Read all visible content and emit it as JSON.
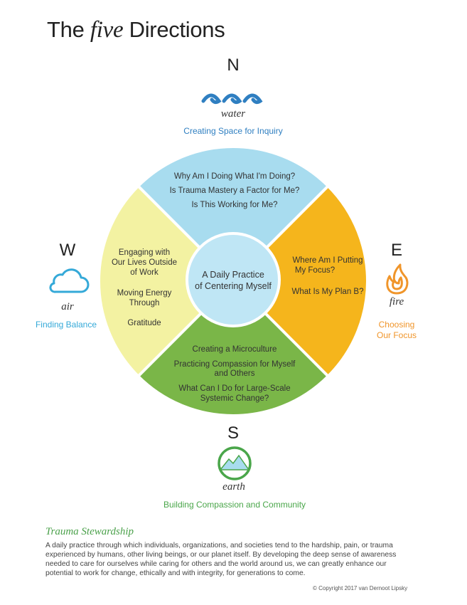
{
  "title": {
    "prefix": "The",
    "italic": "five",
    "suffix": "Directions"
  },
  "directions": {
    "north": {
      "letter": "N",
      "element": "water",
      "subtitle": "Creating Space for Inquiry",
      "icon": "waves-icon",
      "color": "#2f7fc1"
    },
    "east": {
      "letter": "E",
      "element": "fire",
      "subtitle_line1": "Choosing",
      "subtitle_line2": "Our Focus",
      "icon": "flame-icon",
      "color": "#f0952a"
    },
    "south": {
      "letter": "S",
      "element": "earth",
      "subtitle": "Building Compassion and Community",
      "icon": "mountain-icon",
      "color": "#4aa64a"
    },
    "west": {
      "letter": "W",
      "element": "air",
      "subtitle": "Finding Balance",
      "icon": "cloud-icon",
      "color": "#35a9d8"
    }
  },
  "wheel": {
    "center": {
      "line1": "A Daily Practice",
      "line2": "of Centering Myself",
      "color": "#bfe6f5"
    },
    "north_quadrant": {
      "color": "#a8dcef",
      "items": [
        "Why Am I Doing What I'm Doing?",
        "Is Trauma Mastery a Factor for Me?",
        "Is This Working for Me?"
      ]
    },
    "east_quadrant": {
      "color": "#f5b51c",
      "item1_line1": "Where Am I Putting",
      "item1_line2": "My Focus?",
      "item2": "What Is My Plan B?"
    },
    "south_quadrant": {
      "color": "#7ab648",
      "item1": "Creating a Microculture",
      "item2_line1": "Practicing Compassion for Myself",
      "item2_line2": "and Others",
      "item3_line1": "What Can I Do for Large-Scale",
      "item3_line2": "Systemic Change?"
    },
    "west_quadrant": {
      "color": "#f3f2a2",
      "item1_line1": "Engaging with",
      "item1_line2": "Our Lives Outside",
      "item1_line3": "of Work",
      "item2_line1": "Moving Energy",
      "item2_line2": "Through",
      "item3": "Gratitude"
    }
  },
  "footer": {
    "heading": "Trauma Stewardship",
    "body": "A daily practice through which individuals, organizations, and societies tend to the hardship, pain, or trauma experienced by humans, other living beings, or our planet itself. By developing the deep sense of awareness needed to care for ourselves while caring for others and the world around us, we can greatly enhance our potential to work for change, ethically and with integrity, for generations to come.",
    "copyright": "© Copyright 2017 van Dernoot Lipsky"
  }
}
